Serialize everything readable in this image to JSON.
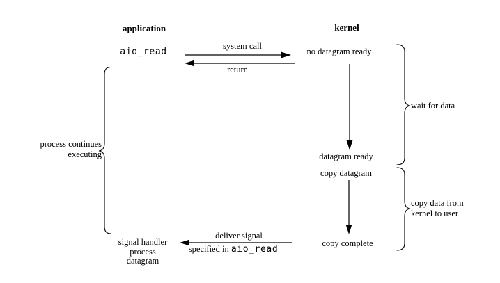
{
  "colors": {
    "text": "#000000",
    "background": "#ffffff"
  },
  "headers": {
    "application": "application",
    "kernel": "kernel"
  },
  "application_column": {
    "aio_read": "aio_read",
    "signal_handler": [
      "signal handler",
      "process",
      "datagram"
    ]
  },
  "kernel_column": {
    "no_datagram_ready": "no datagram ready",
    "datagram_ready": "datagram ready",
    "copy_datagram": "copy datagram",
    "copy_complete": "copy complete"
  },
  "arrows": {
    "system_call": "system call",
    "return_label": "return",
    "deliver_signal": "deliver signal",
    "deliver_specified_prefix": "specified in ",
    "deliver_specified_code": "aio_read"
  },
  "annotations": {
    "process_continues": [
      "process continues",
      "executing"
    ],
    "wait_for_data": "wait for data",
    "copy_data": [
      "copy data from",
      "kernel to user"
    ]
  }
}
